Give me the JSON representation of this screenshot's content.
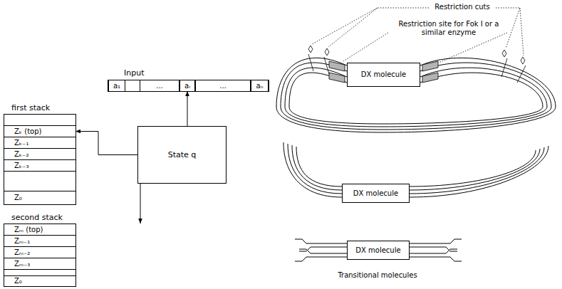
{
  "diagram": {
    "nodes": [
      {
        "text": [
          "Input"
        ]
      },
      {
        "text": [
          "a₁"
        ],
        "in": 0
      },
      {
        "text": [
          "..."
        ],
        "in": 0
      },
      {
        "text": [
          "aᵢ"
        ],
        "in": 0
      },
      {
        "text": [
          "..."
        ],
        "in": 0
      },
      {
        "text": [
          "aₙ"
        ],
        "in": 0
      },
      {
        "text": [
          "first stack"
        ]
      },
      {
        "text": [
          "Zₖ (top)"
        ],
        "in": 6
      },
      {
        "text": [
          "Zₖ₋₁"
        ],
        "in": 6
      },
      {
        "text": [
          "Zₖ₋₂"
        ],
        "in": 6
      },
      {
        "text": [
          "Zₖ₋₃"
        ],
        "in": 6
      },
      {
        "text": [
          "Z₀"
        ],
        "in": 6
      },
      {
        "text": [
          "State q"
        ]
      },
      {
        "text": [
          "second stack"
        ]
      },
      {
        "text": [
          "Zₘ (top)"
        ],
        "in": 13
      },
      {
        "text": [
          "Zₘ₋₁"
        ],
        "in": 13
      },
      {
        "text": [
          "Zₘ₋₂"
        ],
        "in": 13
      },
      {
        "text": [
          "Zₘ₋₃"
        ],
        "in": 13
      },
      {
        "text": [
          "Z₀"
        ],
        "in": 13
      },
      {
        "text": [
          "DX molecule"
        ]
      },
      {
        "text": [
          "DX molecule"
        ]
      },
      {
        "text": [
          "DX molecule"
        ]
      }
    ],
    "edges": [
      {
        "from": 12,
        "to": 3,
        "arrow": "to"
      },
      {
        "from": 12,
        "to": 7,
        "arrow": "to"
      },
      {
        "from": 12,
        "to": 14,
        "arrow": "to"
      }
    ],
    "labels": [
      "Restriction cuts",
      "Restriction site for Fok I or a similar enzyme",
      "Transitional molecules"
    ]
  }
}
